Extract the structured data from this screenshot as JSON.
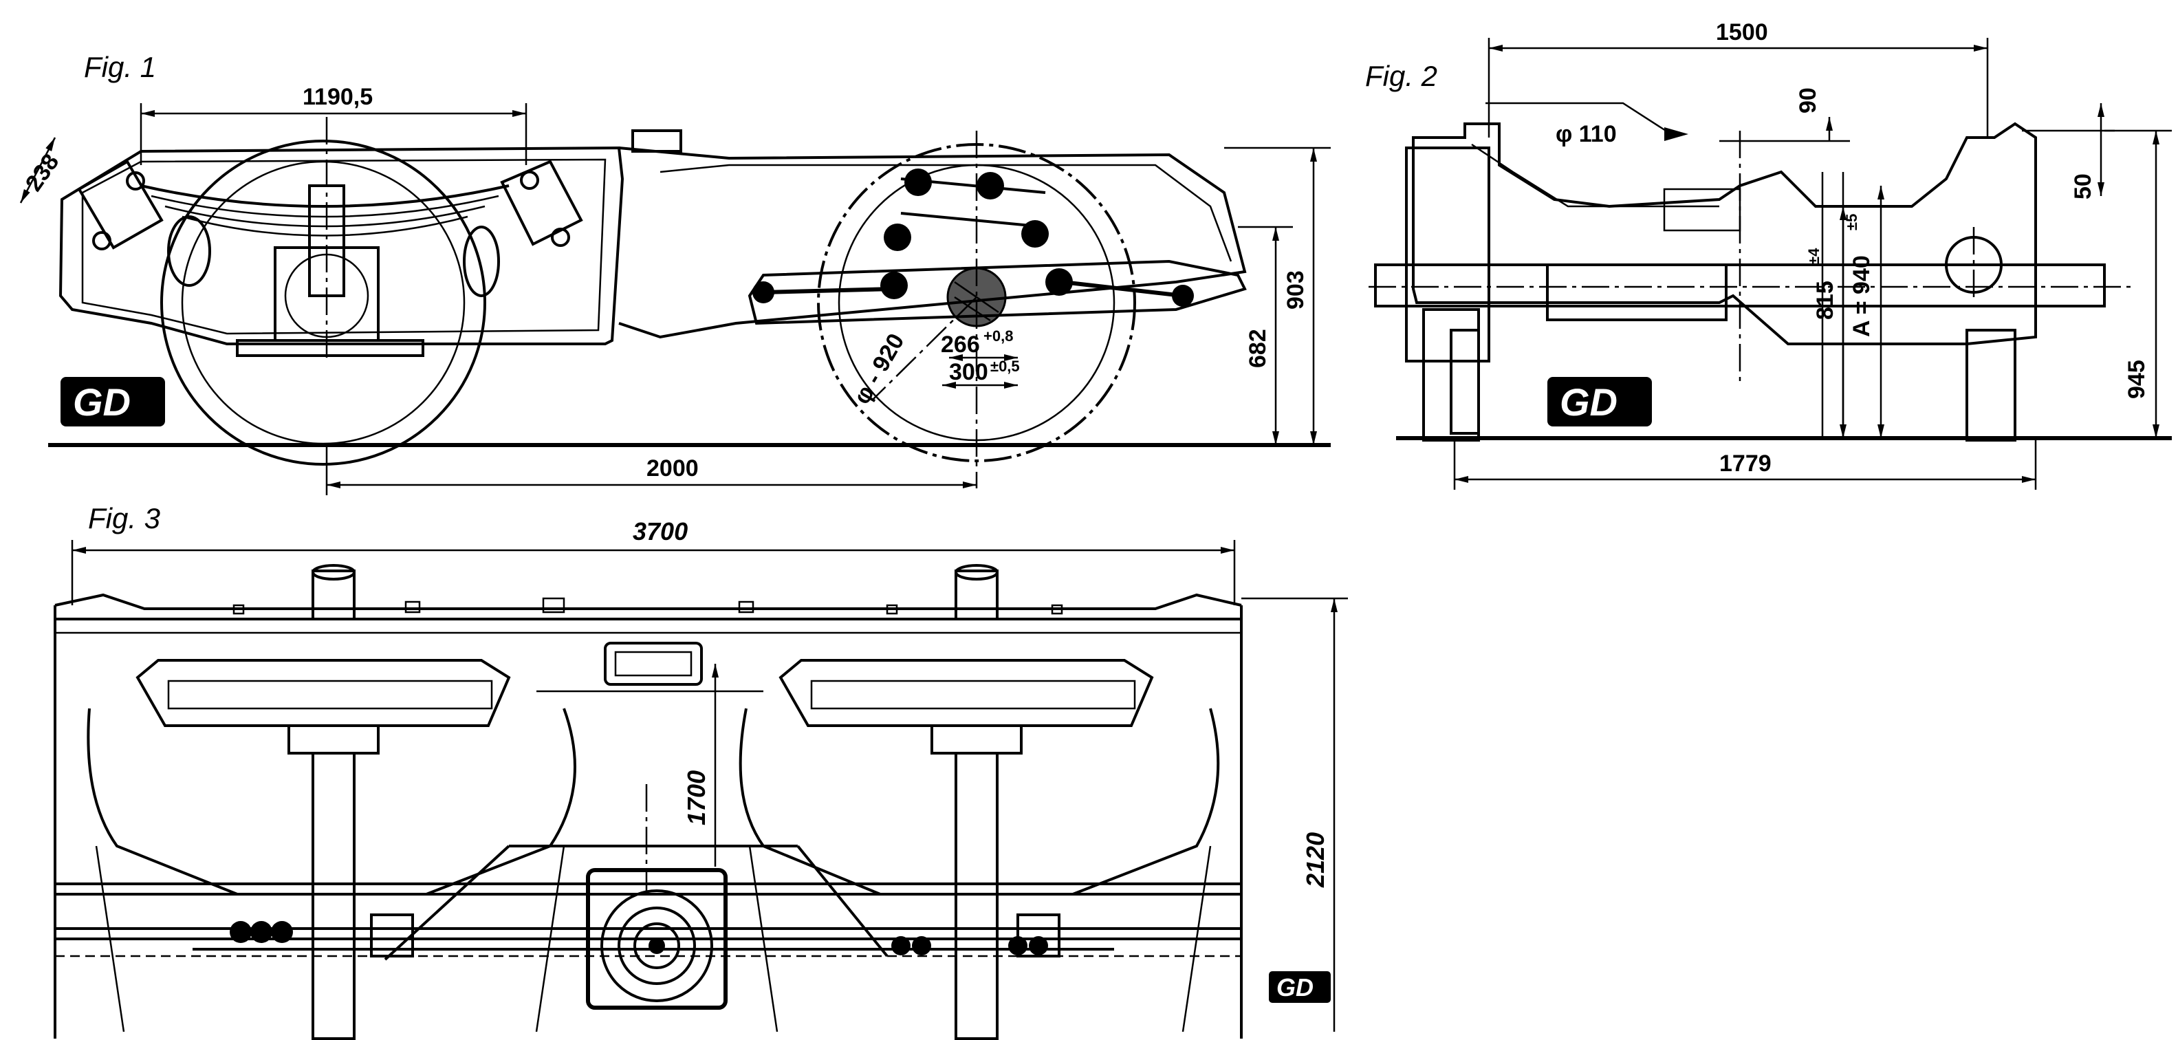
{
  "figures": {
    "fig1": "Fig. 1",
    "fig2": "Fig. 2",
    "fig3": "Fig. 3"
  },
  "logo": "GD",
  "fig1_dims": {
    "top_width": "1190,5",
    "spring_link": "238",
    "overall_height": "903",
    "axle_height": "682",
    "wheelbase": "2000",
    "wheel_dia": "φ - 920",
    "link_a": "266",
    "link_a_tol": "+0,8",
    "link_b": "300",
    "link_b_tol": "±0,5"
  },
  "fig2_dims": {
    "top_width": "1500",
    "pin_dia": "φ 110",
    "pin_height": "90",
    "side_height": "50",
    "overall_height": "945",
    "overall_width": "1779",
    "center_a": "A = 940",
    "center_a_tol": "±5",
    "pivot_height": "815",
    "pivot_tol": "±4"
  },
  "fig3_dims": {
    "overall_length": "3700",
    "overall_width": "2120",
    "center_height": "1700"
  }
}
